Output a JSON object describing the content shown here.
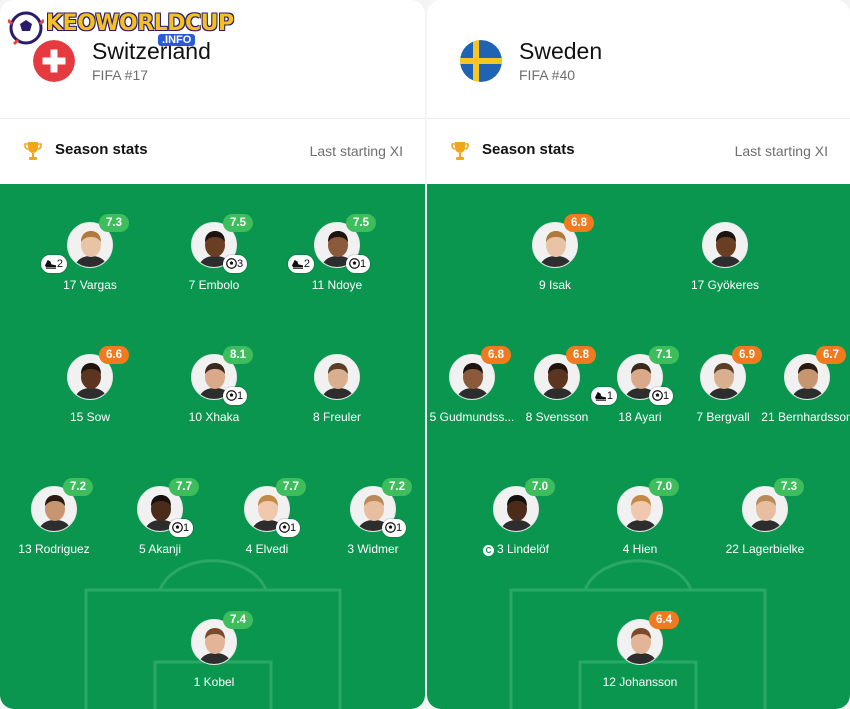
{
  "watermark": {
    "main": "KEOWORLDCUP",
    "sub": ".INFO"
  },
  "colors": {
    "pitch": "#0b9650",
    "rating_green": "#3ebd5c",
    "rating_orange": "#ef7b1e"
  },
  "teams": [
    {
      "name": "Switzerland",
      "rank": "FIFA #17",
      "flag": "switzerland-flag-icon",
      "stats_label": "Season stats",
      "lineup_label": "Last starting XI",
      "players": [
        {
          "name": "17 Vargas",
          "rating": "7.3",
          "rating_color": "green",
          "assist": "2",
          "goal": ""
        },
        {
          "name": "7 Embolo",
          "rating": "7.5",
          "rating_color": "green",
          "assist": "",
          "goal": "3"
        },
        {
          "name": "11 Ndoye",
          "rating": "7.5",
          "rating_color": "green",
          "assist": "2",
          "goal": "1"
        },
        {
          "name": "15 Sow",
          "rating": "6.6",
          "rating_color": "orange",
          "assist": "",
          "goal": ""
        },
        {
          "name": "10 Xhaka",
          "rating": "8.1",
          "rating_color": "green",
          "assist": "",
          "goal": "1"
        },
        {
          "name": "8 Freuler",
          "rating": "",
          "rating_color": "",
          "assist": "",
          "goal": ""
        },
        {
          "name": "13 Rodriguez",
          "rating": "7.2",
          "rating_color": "green",
          "assist": "",
          "goal": ""
        },
        {
          "name": "5 Akanji",
          "rating": "7.7",
          "rating_color": "green",
          "assist": "",
          "goal": "1"
        },
        {
          "name": "4 Elvedi",
          "rating": "7.7",
          "rating_color": "green",
          "assist": "",
          "goal": "1"
        },
        {
          "name": "3 Widmer",
          "rating": "7.2",
          "rating_color": "green",
          "assist": "",
          "goal": "1"
        },
        {
          "name": "1 Kobel",
          "rating": "7.4",
          "rating_color": "green",
          "assist": "",
          "goal": ""
        }
      ]
    },
    {
      "name": "Sweden",
      "rank": "FIFA #40",
      "flag": "sweden-flag-icon",
      "stats_label": "Season stats",
      "lineup_label": "Last starting XI",
      "players": [
        {
          "name": "9 Isak",
          "rating": "6.8",
          "rating_color": "orange",
          "assist": "",
          "goal": ""
        },
        {
          "name": "17 Gyökeres",
          "rating": "",
          "rating_color": "",
          "assist": "",
          "goal": ""
        },
        {
          "name": "5 Gudmundss...",
          "rating": "6.8",
          "rating_color": "orange",
          "assist": "",
          "goal": ""
        },
        {
          "name": "8 Svensson",
          "rating": "6.8",
          "rating_color": "orange",
          "assist": "",
          "goal": ""
        },
        {
          "name": "18 Ayari",
          "rating": "7.1",
          "rating_color": "green",
          "assist": "1",
          "goal": "1"
        },
        {
          "name": "7 Bergvall",
          "rating": "6.9",
          "rating_color": "orange",
          "assist": "",
          "goal": ""
        },
        {
          "name": "21 Bernhardsson",
          "rating": "6.7",
          "rating_color": "orange",
          "assist": "",
          "goal": ""
        },
        {
          "name": "3 Lindelöf",
          "rating": "7.0",
          "rating_color": "green",
          "assist": "",
          "goal": "",
          "captain": "C"
        },
        {
          "name": "4 Hien",
          "rating": "7.0",
          "rating_color": "green",
          "assist": "",
          "goal": ""
        },
        {
          "name": "22 Lagerbielke",
          "rating": "7.3",
          "rating_color": "green",
          "assist": "",
          "goal": ""
        },
        {
          "name": "12 Johansson",
          "rating": "6.4",
          "rating_color": "orange",
          "assist": "",
          "goal": ""
        }
      ]
    }
  ]
}
